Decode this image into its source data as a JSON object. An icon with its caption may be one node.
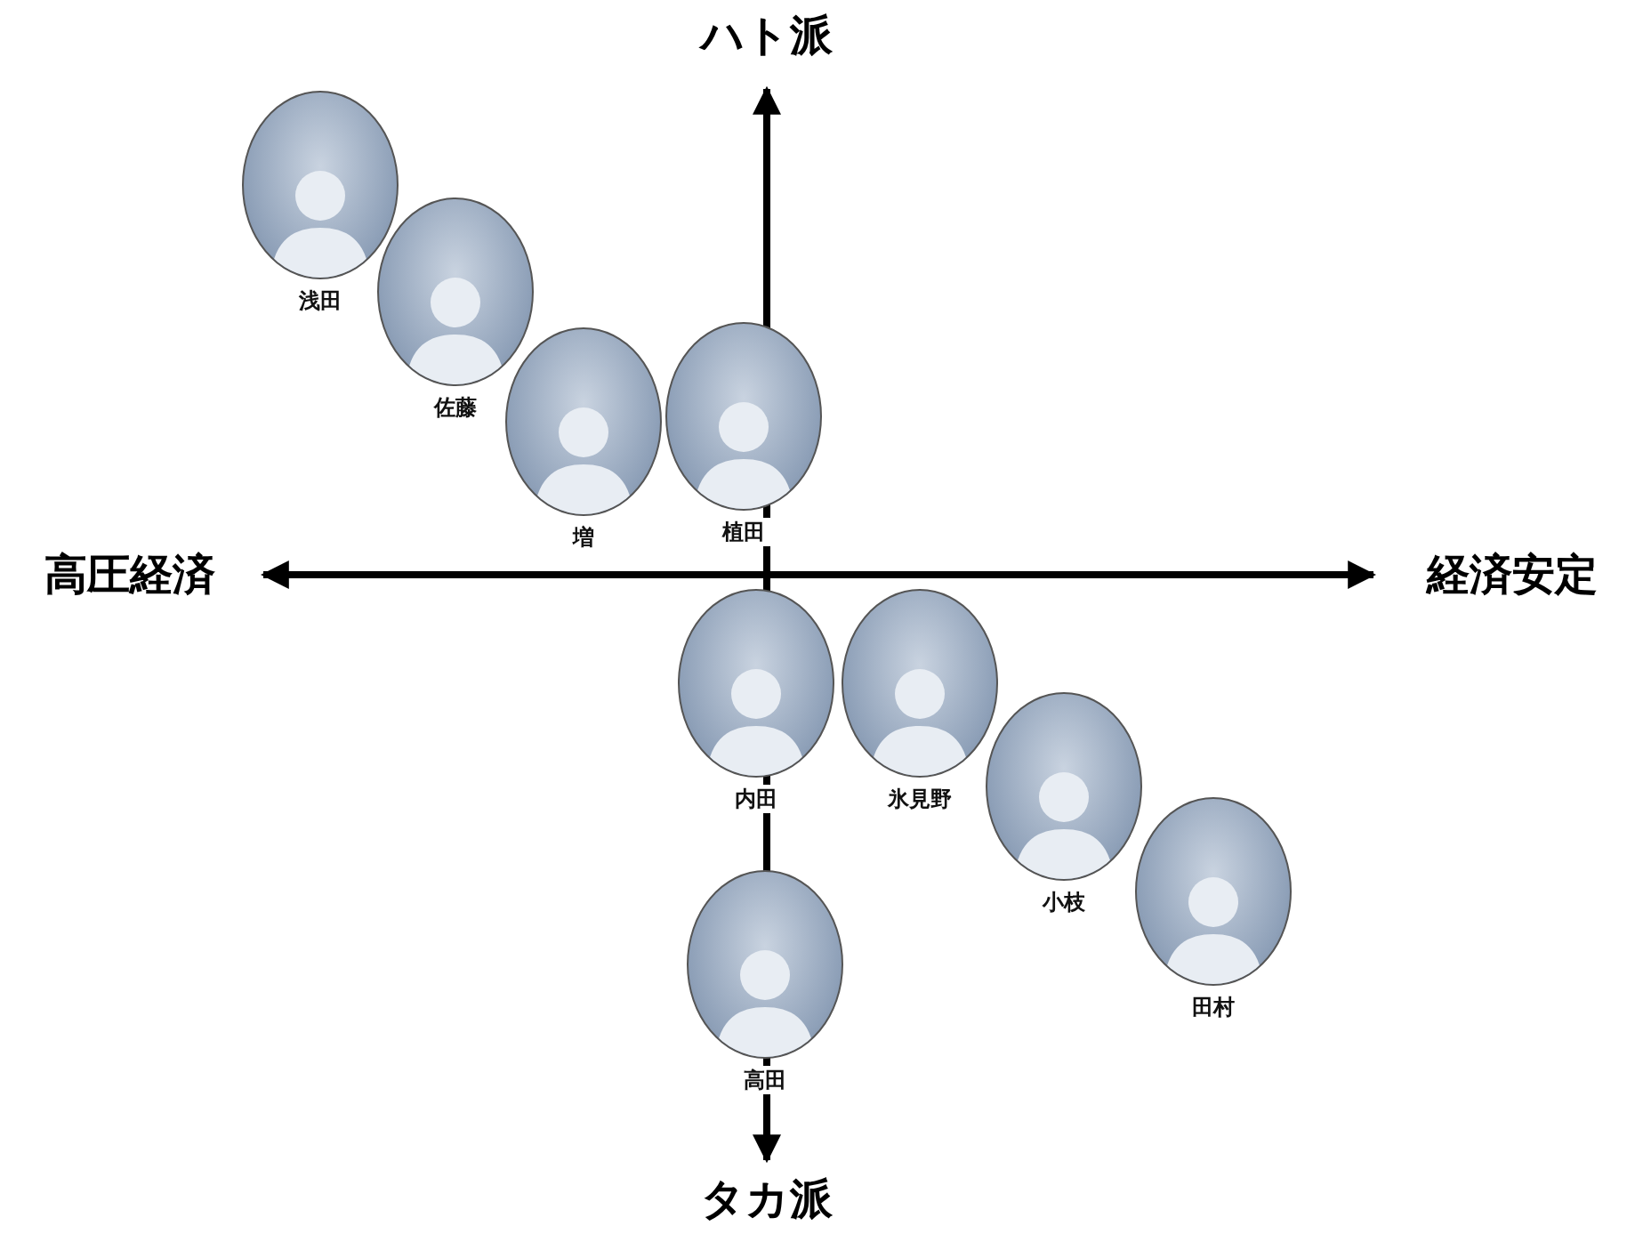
{
  "diagram": {
    "nodes": [
      {
        "text": [
          "浅田"
        ]
      },
      {
        "text": [
          "佐藤"
        ]
      },
      {
        "text": [
          "増"
        ]
      },
      {
        "text": [
          "植田"
        ]
      },
      {
        "text": [
          "内田"
        ]
      },
      {
        "text": [
          "氷見野"
        ]
      },
      {
        "text": [
          "小枝"
        ]
      },
      {
        "text": [
          "田村"
        ]
      },
      {
        "text": [
          "高田"
        ]
      }
    ],
    "labels": [
      "ハト派",
      "高圧経済",
      "経済安定",
      "タカ派"
    ]
  }
}
